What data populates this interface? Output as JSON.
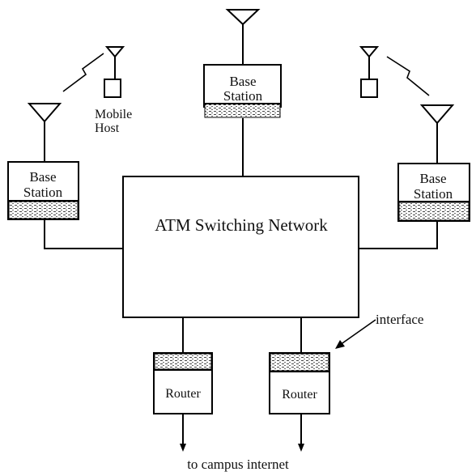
{
  "base_stations": {
    "top": {
      "line1": "Base",
      "line2": "Station"
    },
    "left": {
      "line1": "Base",
      "line2": "Station"
    },
    "right": {
      "line1": "Base",
      "line2": "Station"
    }
  },
  "mobile_host_label": {
    "line1": "Mobile",
    "line2": "Host"
  },
  "switch_label": "ATM Switching Network",
  "routers": {
    "left": "Router",
    "right": "Router"
  },
  "interface_label": "interface",
  "bottom_label": "to campus internet"
}
